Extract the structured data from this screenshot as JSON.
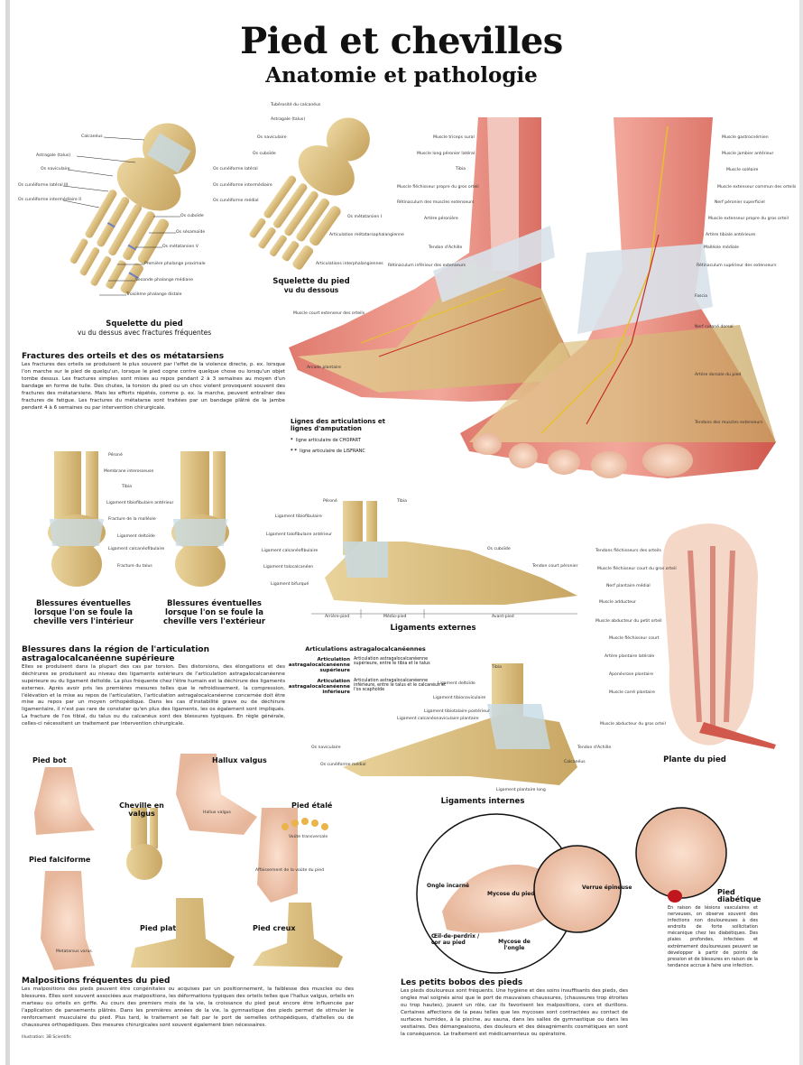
{
  "title": "Pied et chevilles",
  "subtitle": "Anatomie et pathologie",
  "figures": {
    "skeleton_top": {
      "caption": "Squelette du pied",
      "subcaption": "vu du dessus avec fractures fréquentes",
      "labels": [
        "Calcanéus",
        "Astragale (talus)",
        "Os naviculaire",
        "Os cunéiforme latéral III",
        "Os cunéiforme intermédiaire II",
        "Os cuboïde",
        "Os sésamoïde",
        "Os métatarsien V",
        "Première phalange proximale",
        "Seconde phalange médiane",
        "Troisième phalange distale"
      ]
    },
    "skeleton_bottom": {
      "caption": "Squelette du pied",
      "subcaption": "vu du dessous",
      "labels": [
        "Tubérosité du calcanéus",
        "Astragale (talus)",
        "Os naviculaire",
        "Os cuboïde",
        "Os cunéiforme latéral",
        "Os cunéiforme intermédiaire",
        "Os cunéiforme médial",
        "Os métatarsien I",
        "Articulation métatarsophalangienne",
        "Articulations interphalangiennes"
      ]
    },
    "lateral_muscles": {
      "labels": [
        "Muscle triceps sural",
        "Muscle long péronier latéral",
        "Tibia",
        "Muscle fléchisseur propre du gros orteil",
        "Rétinaculum des muscles extenseurs",
        "Artère péronière",
        "Tendon d'Achille",
        "Rétinaculum inférieur des extenseurs",
        "Muscle court extenseur des orteils",
        "Arcade plantaire"
      ]
    },
    "front_muscles": {
      "labels": [
        "Muscle gastrocnémien",
        "Muscle jambier antérieur",
        "Muscle soléaire",
        "Muscle extenseur commun des orteils",
        "Nerf péronier superficiel",
        "Muscle extenseur propre du gros orteil",
        "Artère tibiale antérieure",
        "Malléole médiale",
        "Rétinaculum supérieur des extenseurs",
        "Fascia",
        "Nerf cutané dorsal",
        "Artère dorsale du pied",
        "Tendons des muscles extenseurs"
      ]
    },
    "amputation": {
      "title": "Lignes des articulations et lignes d'amputation",
      "items": [
        {
          "marker": "*",
          "text": "ligne articulaire de CHOPART"
        },
        {
          "marker": "* *",
          "text": "ligne articulaire de LISFRANC"
        }
      ]
    },
    "ankle_inside": {
      "caption": "Blessures éventuelles lorsque l'on se foule la cheville vers l'intérieur",
      "labels": [
        "Péroné",
        "Membrane interosseuse",
        "Tibia",
        "Ligament tibiofibulaire antérieur",
        "Fracture de la malléole",
        "Ligament deltoïde",
        "Ligament calcanéofibulaire",
        "Fracture du talus"
      ]
    },
    "ankle_outside": {
      "caption": "Blessures éventuelles lorsque l'on se foule la cheville vers l'extérieur"
    },
    "lig_ext": {
      "caption": "Ligaments externes",
      "labels": [
        "Péroné",
        "Tibia",
        "Ligament tibiofibulaire",
        "Ligament talofibulaire antérieur",
        "Ligament calcanéofibulaire",
        "Ligament talocalcanéen",
        "Ligament bifurqué",
        "Os cuboïde",
        "Tendon court péronier",
        "Arrière-pied",
        "Médio-pied",
        "Avant-pied"
      ]
    },
    "articulations": {
      "title": "Articulations astragalocalcanéennes",
      "rows": [
        {
          "term": "Articulation astragalocalcanéenne supérieure",
          "def": "Articulation astragalocalcanéenne supérieure, entre le tibia et le talus"
        },
        {
          "term": "Articulation astragalocalcanéenne inférieure",
          "def": "Articulation astragalocalcanéenne inférieure, entre le talus et le calcanéus et l'os scaphoïde"
        }
      ]
    },
    "lig_int": {
      "caption": "Ligaments internes",
      "labels": [
        "Tibia",
        "Ligament deltoïde",
        "Ligament tibionaviculaire",
        "Ligament tibiotalaire postérieur",
        "Ligament calcanéonaviculaire plantaire",
        "Tendon d'Achille",
        "Os naviculaire",
        "Os cunéiforme médial",
        "Calcanéus",
        "Ligament plantaire long"
      ]
    },
    "sole": {
      "caption": "Plante du pied",
      "labels": [
        "Tendons fléchisseurs des orteils",
        "Muscle fléchisseur court du gros orteil",
        "Nerf plantaire médial",
        "Muscle adducteur",
        "Muscle abducteur du petit orteil",
        "Muscle fléchisseur court",
        "Artère plantaire latérale",
        "Aponévrose plantaire",
        "Muscle carré plantaire",
        "Muscle abducteur du gros orteil"
      ]
    },
    "pathologies": [
      "Pied bot",
      "Hallux valgus",
      "Cheville en valgus",
      "Pied étalé",
      "Pied falciforme",
      "Pied plat",
      "Pied creux"
    ],
    "hallux_note": "Hallux valgus",
    "etale_note": "Voûte transversale",
    "etale_note2": "Affaissement de la voûte du pied",
    "falciforme_note": "Metatarsus varus",
    "bobos": {
      "ongle": "Ongle incarné",
      "mycose_pied": "Mycose du pied",
      "verrue": "Verrue épineuse",
      "oeil": "Œil-de-perdrix / cor au pied",
      "mycose_ongle": "Mycose de l'ongle",
      "diabetique": "Pied diabétique"
    }
  },
  "texts": {
    "fractures": {
      "title": "Fractures des orteils et des os métatarsiens",
      "body": "Les fractures des orteils se produisent le plus souvent par l'effet de la violence directe, p. ex. lorsque l'on marche sur le pied de quelqu'un, lorsque le pied cogne contre quelque chose ou lorsqu'un objet tombe dessus. Les fractures simples sont mises au repos pendant 2 à 3 semaines au moyen d'un bandage en forme de tuile. Des chutes, la torsion du pied ou un choc violent provoquent souvent des fractures des métatarsiens. Mais les efforts répétés, comme p. ex. la marche, peuvent entraîner des fractures de fatigue. Les fractures du métatarse sont traitées par un bandage plâtré de la jambe pendant 4 à 6 semaines ou par intervention chirurgicale."
    },
    "blessures": {
      "title": "Blessures dans la région de l'articulation astragalocalcanéenne supérieure",
      "body": "Elles se produisent dans la plupart des cas par torsion. Des distorsions, des élongations et des déchirures se produisent au niveau des ligaments extérieurs de l'articulation astragalocalcanéenne supérieure ou du ligament deltoïde. La plus fréquente chez l'être humain est la déchirure des ligaments externes. Après avoir pris les premières mesures telles que le refroidissement, la compression, l'élévation et la mise au repos de l'articulation, l'articulation astragalocalcanéenne concernée doit être mise au repos par un moyen orthopédique. Dans les cas d'instabilité grave ou de déchirure ligamentaire, il n'est pas rare de constater qu'en plus des ligaments, les os également sont impliqués. La fracture de l'os tibial, du talus ou du calcanéus sont des blessures typiques. En règle générale, celles-ci nécessitent un traitement par intervention chirurgicale."
    },
    "malpositions": {
      "title": "Malpositions fréquentes du pied",
      "body": "Les malpositions des pieds peuvent être congénitales ou acquises par un positionnement, la faiblesse des muscles ou des blessures. Elles sont souvent associées aux malpositions, les déformations typiques des orteils telles que l'hallux valgus, orteils en marteau ou orteils en griffe. Au cours des premiers mois de la vie, la croissance du pied peut encore être influencée par l'application de pansements plâtrés. Dans les premières années de la vie, la gymnastique des pieds permet de stimuler le renforcement musculaire du pied. Plus tard, le traitement se fait par le port de semelles orthopédiques, d'attelles ou de chaussures orthopédiques. Des mesures chirurgicales sont souvent également bien nécessaires."
    },
    "bobos": {
      "title": "Les petits bobos des pieds",
      "body": "Les pieds douloureux sont fréquents. Une hygiène et des soins insuffisants des pieds, des ongles mal soignés ainsi que le port de mauvaises chaussures, (chaussures trop étroites ou trop hautes), jouent un rôle, car ils favorisent les malpositions, cors et durillons. Certaines affections de la peau telles que les mycoses sont contractées au contact de surfaces humides, à la piscine, au sauna, dans les salles de gymnastique ou dans les vestiaires. Des démangeaisons, des douleurs et des désagréments cosmétiques en sont la conséquence. Le traitement est médicamenteux ou opératoire."
    },
    "diabetique": "En raison de lésions vasculaires et nerveuses, on observe souvent des infections non douloureuses à des endroits de forte sollicitation mécanique chez les diabétiques. Des plaies profondes, infectées et extrêmement douloureuses peuvent se développer à partir de points de pression et de blessures en raison de la tendance accrue à faire une infection.",
    "credit": "Illustration: 3B Scientific"
  }
}
